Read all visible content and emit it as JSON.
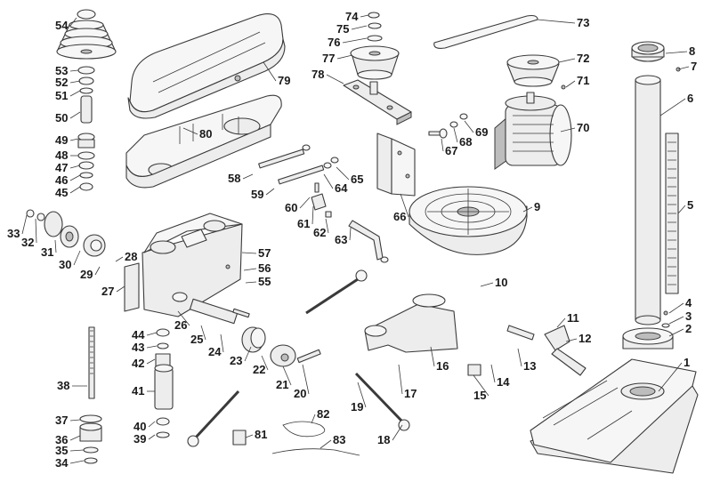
{
  "diagram": {
    "labels": [
      "1",
      "2",
      "3",
      "4",
      "5",
      "6",
      "7",
      "8",
      "9",
      "10",
      "11",
      "12",
      "13",
      "14",
      "15",
      "16",
      "17",
      "18",
      "19",
      "20",
      "21",
      "22",
      "23",
      "24",
      "25",
      "26",
      "27",
      "28",
      "29",
      "30",
      "31",
      "32",
      "33",
      "34",
      "35",
      "36",
      "37",
      "38",
      "39",
      "40",
      "41",
      "42",
      "43",
      "44",
      "45",
      "46",
      "47",
      "48",
      "49",
      "50",
      "51",
      "52",
      "53",
      "54",
      "55",
      "56",
      "57",
      "58",
      "59",
      "60",
      "61",
      "62",
      "63",
      "64",
      "65",
      "66",
      "67",
      "68",
      "69",
      "70",
      "71",
      "72",
      "73",
      "74",
      "75",
      "76",
      "77",
      "78",
      "79",
      "80",
      "81",
      "82",
      "83"
    ]
  }
}
